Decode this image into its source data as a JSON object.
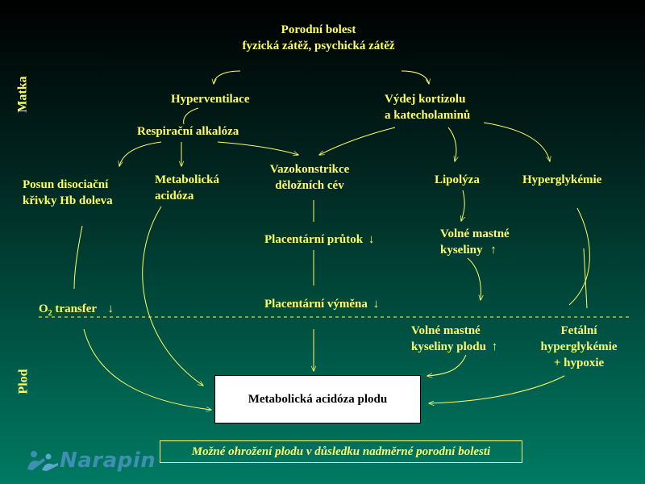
{
  "side_labels": {
    "mother": "Matka",
    "fetus": "Plod"
  },
  "nodes": {
    "stress_line1": "Porodní bolest",
    "stress_line2": "fyzická zátěž, psychická zátěž",
    "hyperventilation": "Hyperventilace",
    "resp_alkalosis": "Respirační alkalóza",
    "cortisol_line1": "Výdej kortizolu",
    "cortisol_line2": "a katecholaminů",
    "shift_line1": "Posun disociační",
    "shift_line2": "křivky Hb doleva",
    "met_acid_line1": "Metabolická",
    "met_acid_line2": "acidóza",
    "vaso_line1": "Vazokonstrikce",
    "vaso_line2": "děložních cév",
    "lipolysis": "Lipolýza",
    "hyperglycemia": "Hyperglykémie",
    "placental_flow": "Placentární průtok",
    "ffa_line1": "Volné mastné",
    "ffa_line2": "kyseliny",
    "o2_prefix": "O",
    "o2_sub": "2",
    "o2_suffix": " transfer",
    "placental_exchange": "Placentární výměna",
    "fetal_ffa_line1": "Volné mastné",
    "fetal_ffa_line2": "kyseliny plodu",
    "fetal_hyper_line1": "Fetální",
    "fetal_hyper_line2": "hyperglykémie",
    "fetal_hyper_line3": "+ hypoxie",
    "result": "Metabolická acidóza plodu"
  },
  "arrows": {
    "down": "↓",
    "up": "↑"
  },
  "footer_note": "Možné ohrožení plodu v důsledku nadměrné porodní bolesti",
  "logo_text": "Narapin",
  "colors": {
    "text": "#ffff66",
    "box_bg": "#ffffff",
    "logo": "#3f8fb3"
  }
}
